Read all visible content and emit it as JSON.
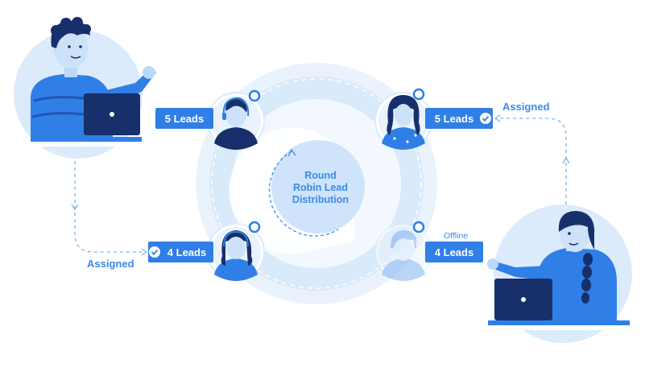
{
  "center": {
    "lines": [
      "Round",
      "Robin Lead",
      "Distribution"
    ]
  },
  "agents": [
    {
      "id": "top-left",
      "leads": "5 Leads",
      "status": "online",
      "checked": false
    },
    {
      "id": "top-right",
      "leads": "5 Leads",
      "status": "online",
      "checked": true
    },
    {
      "id": "bottom-left",
      "leads": "4 Leads",
      "status": "online",
      "checked": true
    },
    {
      "id": "bottom-right",
      "leads": "4 Leads",
      "status": "offline",
      "checked": false,
      "status_label": "Offline"
    }
  ],
  "flows": {
    "left_label": "Assigned",
    "right_label": "Assigned"
  },
  "colors": {
    "primary": "#2f7fe6",
    "dark": "#1f55b8",
    "navy": "#17306b",
    "light": "#dcebfb",
    "mid": "#bcd9f7",
    "pale": "#eaf3fd",
    "label_text": "#3a8ae8"
  }
}
